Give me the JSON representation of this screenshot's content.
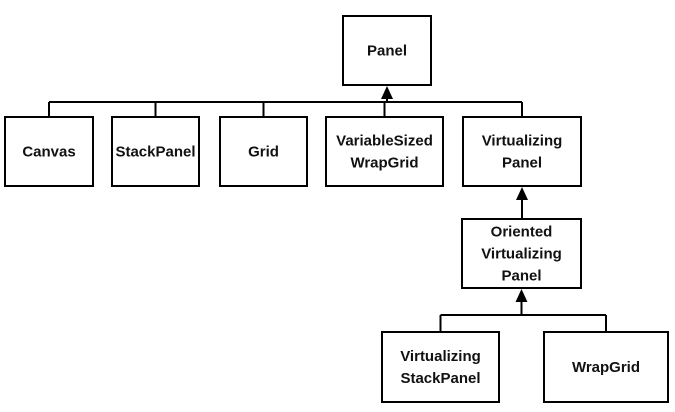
{
  "diagram": {
    "nodes": [
      {
        "id": "panel",
        "lines": [
          "Panel"
        ]
      },
      {
        "id": "canvas",
        "lines": [
          "Canvas"
        ]
      },
      {
        "id": "stackpanel",
        "lines": [
          "StackPanel"
        ]
      },
      {
        "id": "grid",
        "lines": [
          "Grid"
        ]
      },
      {
        "id": "variablesizedwrapgrid",
        "lines": [
          "VariableSized",
          "WrapGrid"
        ]
      },
      {
        "id": "virtualizingpanel",
        "lines": [
          "Virtualizing",
          "Panel"
        ]
      },
      {
        "id": "orientedvirtualizingpanel",
        "lines": [
          "Oriented",
          "Virtualizing",
          "Panel"
        ]
      },
      {
        "id": "virtualizingstackpanel",
        "lines": [
          "Virtualizing",
          "StackPanel"
        ]
      },
      {
        "id": "wrapgrid",
        "lines": [
          "WrapGrid"
        ]
      }
    ],
    "edges": [
      {
        "from": "canvas",
        "to": "panel"
      },
      {
        "from": "stackpanel",
        "to": "panel"
      },
      {
        "from": "grid",
        "to": "panel"
      },
      {
        "from": "variablesizedwrapgrid",
        "to": "panel"
      },
      {
        "from": "virtualizingpanel",
        "to": "panel"
      },
      {
        "from": "orientedvirtualizingpanel",
        "to": "virtualizingpanel"
      },
      {
        "from": "virtualizingstackpanel",
        "to": "orientedvirtualizingpanel"
      },
      {
        "from": "wrapgrid",
        "to": "orientedvirtualizingpanel"
      }
    ],
    "colors": {
      "stroke": "#000000",
      "fill": "#ffffff",
      "text": "#111111"
    }
  }
}
